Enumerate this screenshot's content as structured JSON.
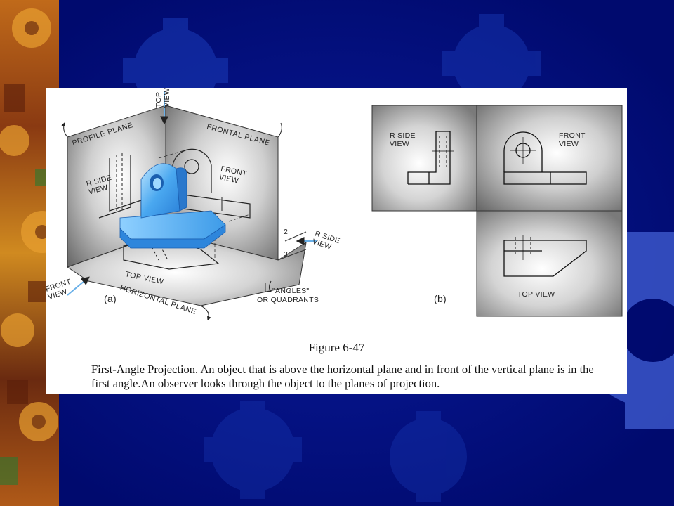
{
  "figure": {
    "panel_a": {
      "top_view_arrow": "TOP\nVIEW",
      "profile_plane": "PROFILE PLANE",
      "frontal_plane": "FRONTAL PLANE",
      "r_side_view": "R SIDE\nVIEW",
      "front_view": "FRONT\nVIEW",
      "top_view": "TOP VIEW",
      "horizontal_plane": "HORIZONTAL PLANE",
      "front_view_arrow": "FRONT\nVIEW",
      "r_side_view_arrow": "R SIDE\nVIEW",
      "quadrant_2": "2",
      "quadrant_3": "3",
      "angles": "\"ANGLES\"",
      "or_quadrants": "OR QUADRANTS",
      "tag": "(a)"
    },
    "panel_b": {
      "r_side_view": "R SIDE\nVIEW",
      "front_view": "FRONT\nVIEW",
      "top_view": "TOP VIEW",
      "tag": "(b)"
    },
    "number": "Figure 6-47",
    "caption": "First-Angle Projection. An object that is above the horizontal plane and in front of the vertical plane is in the first angle.An observer looks through the object to the planes of projection."
  }
}
